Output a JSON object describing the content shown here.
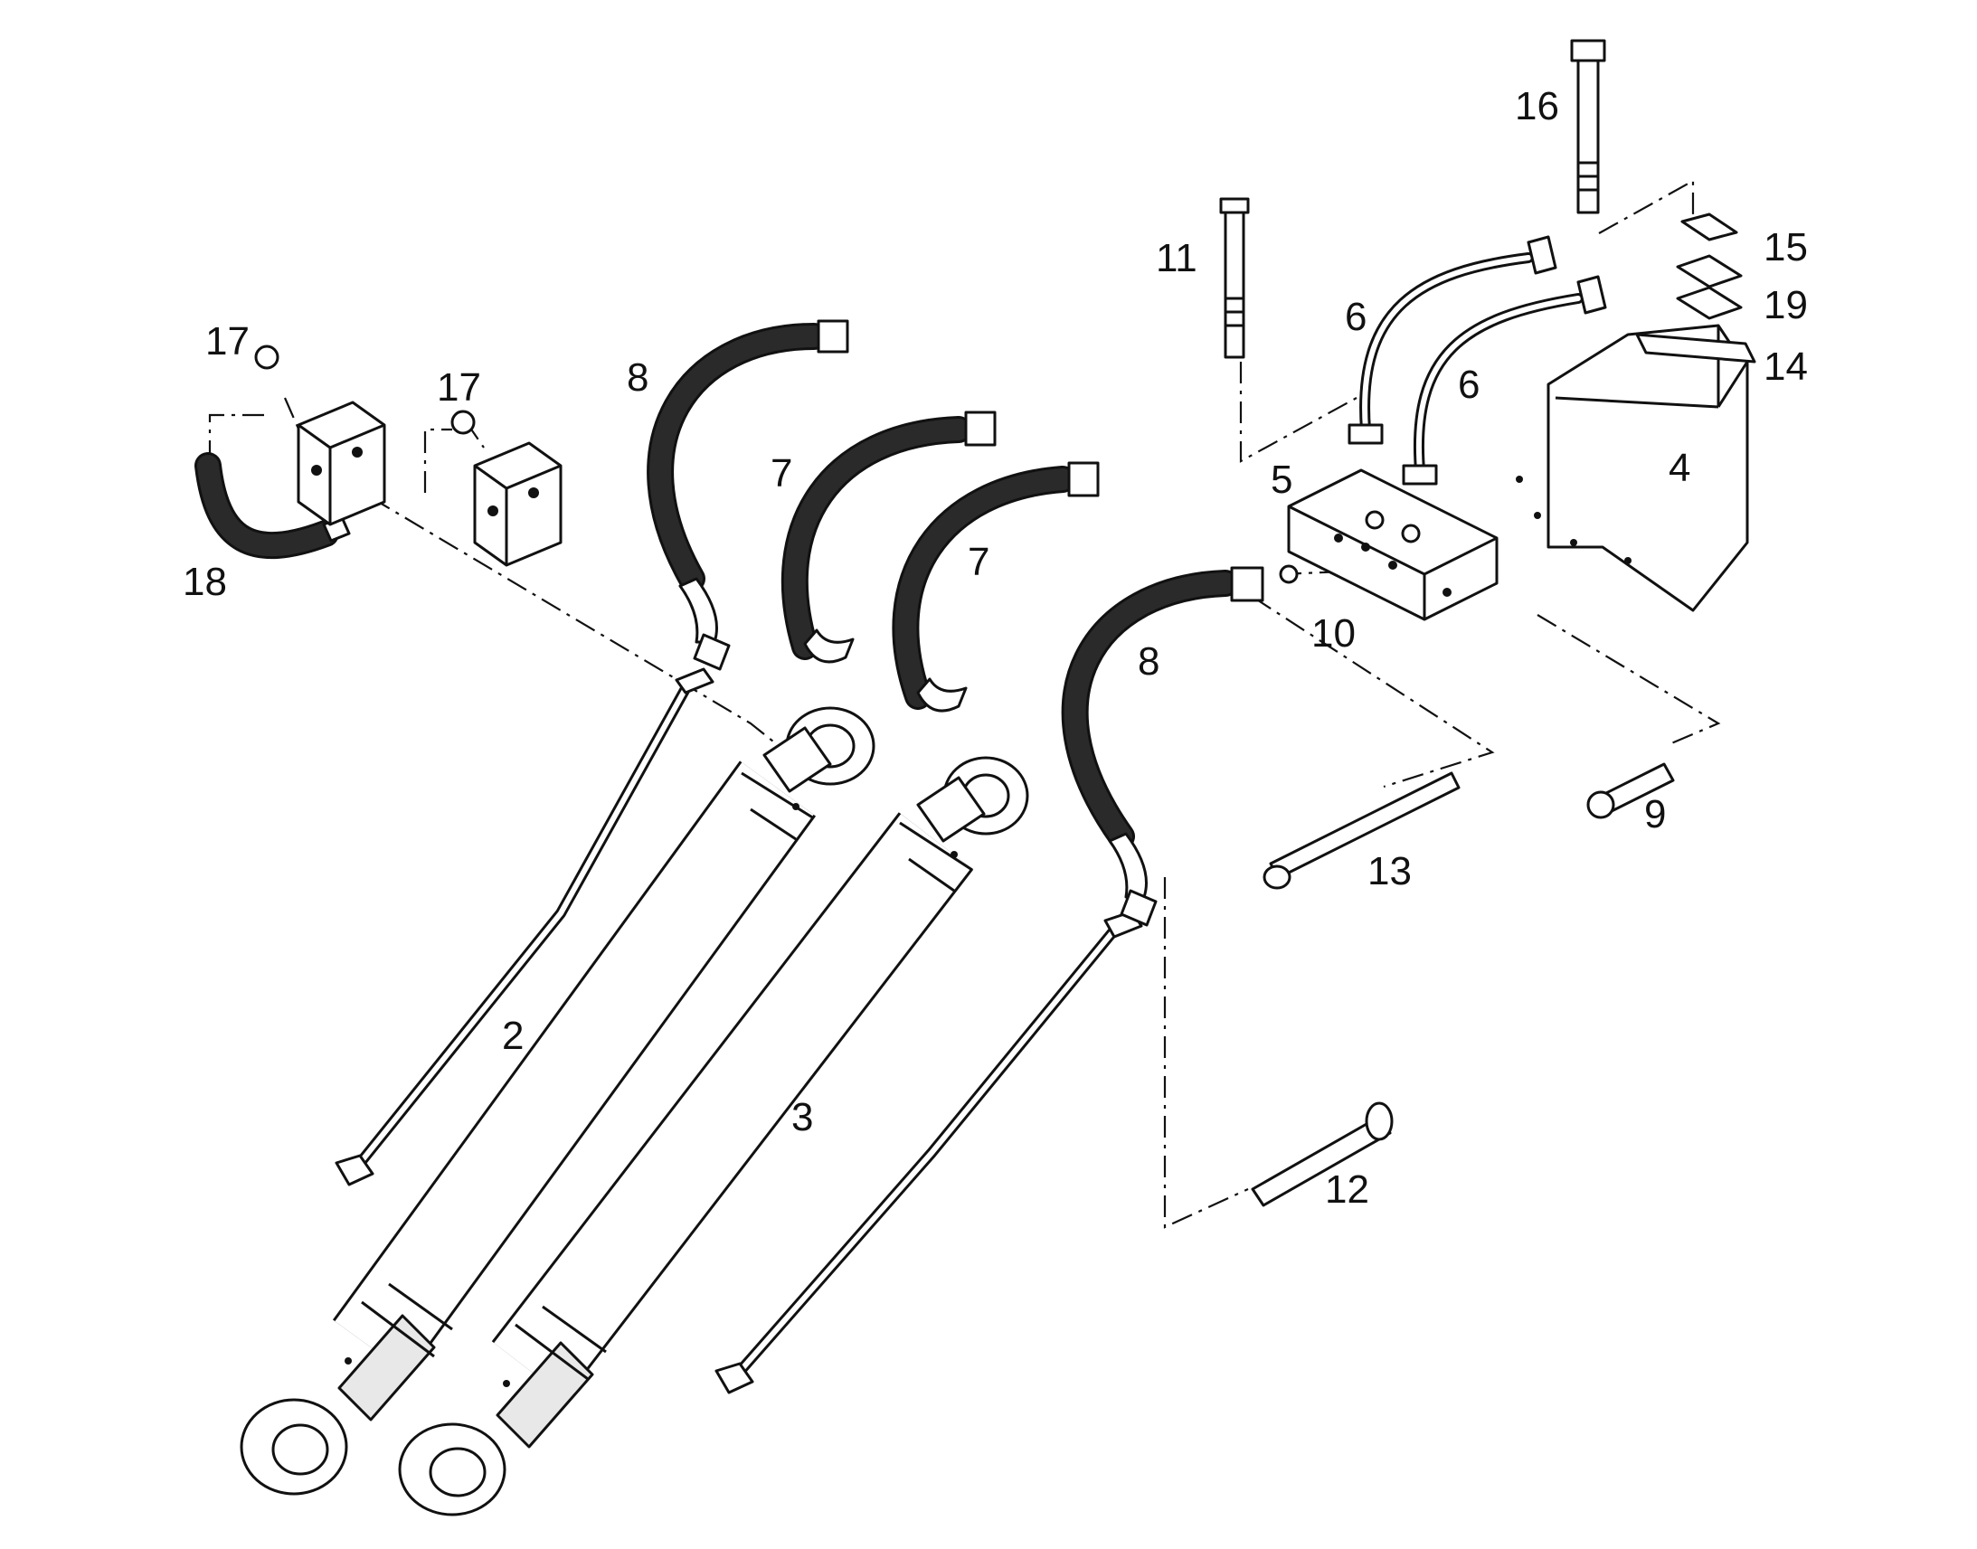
{
  "diagram": {
    "callouts": {
      "c2": "2",
      "c3": "3",
      "c4": "4",
      "c5": "5",
      "c6a": "6",
      "c6b": "6",
      "c7a": "7",
      "c7b": "7",
      "c8a": "8",
      "c8b": "8",
      "c9": "9",
      "c10": "10",
      "c11": "11",
      "c12": "12",
      "c13": "13",
      "c14": "14",
      "c15": "15",
      "c16": "16",
      "c17a": "17",
      "c17b": "17",
      "c18": "18",
      "c19": "19"
    }
  }
}
